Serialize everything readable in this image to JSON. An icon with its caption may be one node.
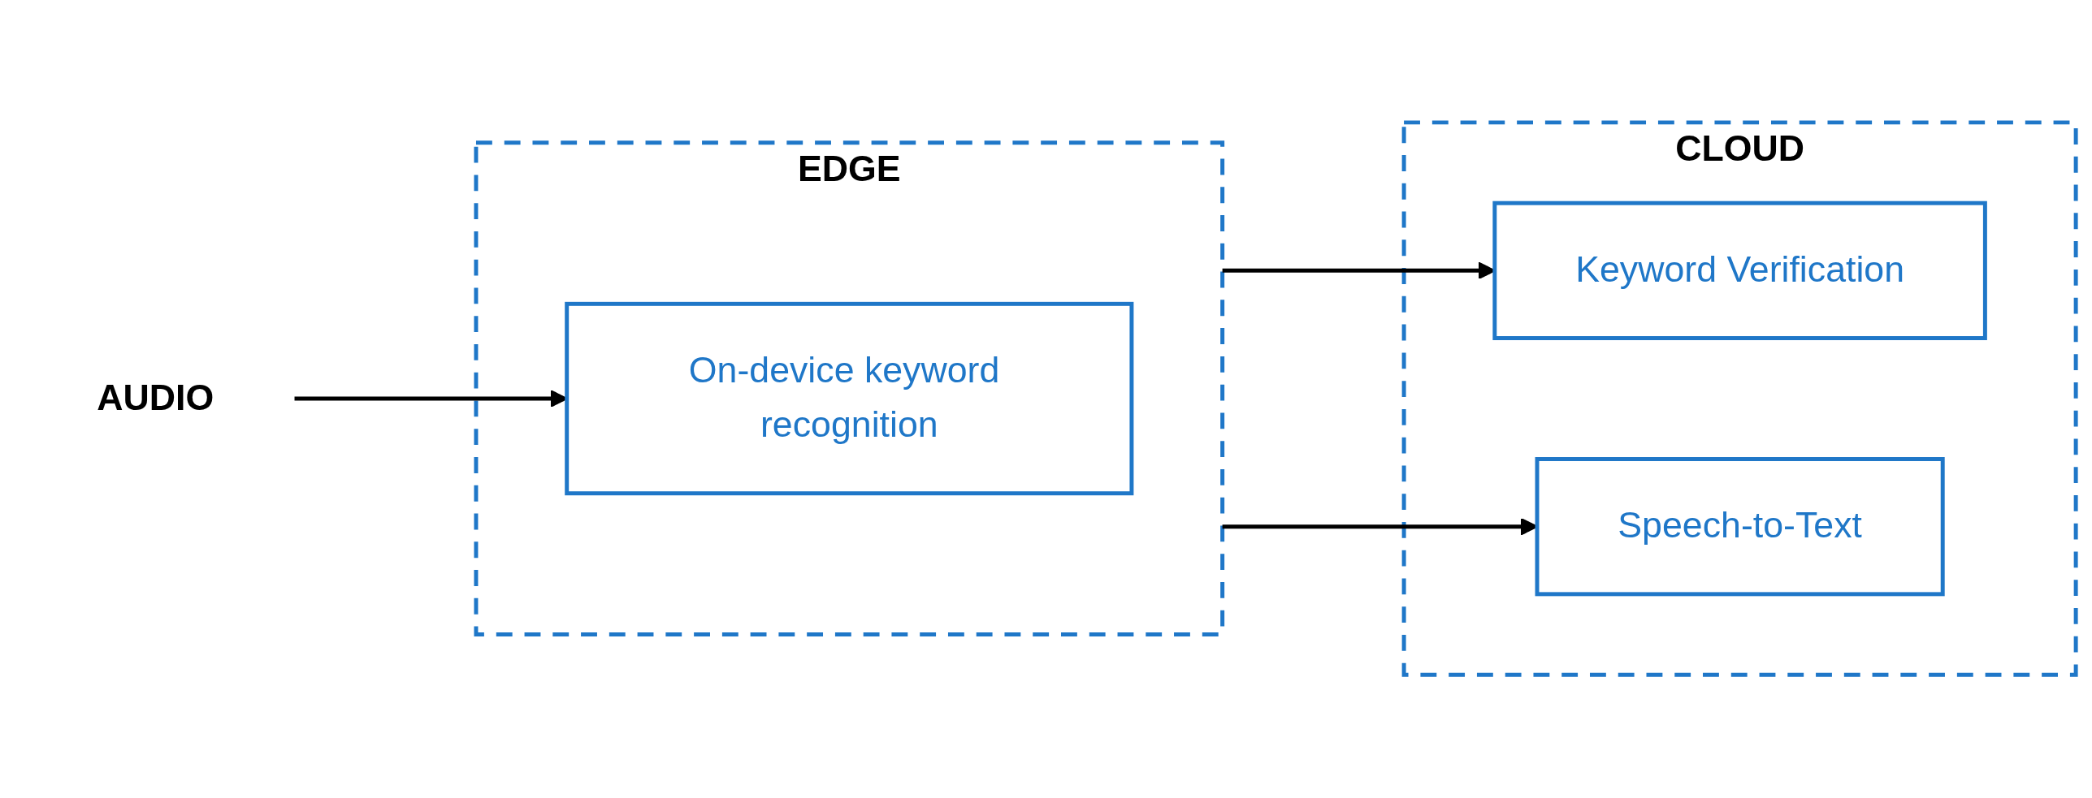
{
  "diagram": {
    "nodes": [
      {
        "text": [
          "EDGE"
        ]
      },
      {
        "text": [
          "On-device keyword recognition"
        ],
        "in": 0
      },
      {
        "text": [
          "CLOUD"
        ]
      },
      {
        "text": [
          "Keyword Verification"
        ],
        "in": 2
      },
      {
        "text": [
          "Speech-to-Text"
        ],
        "in": 2
      },
      {
        "text": [
          "AUDIO"
        ]
      }
    ],
    "edges": [
      {
        "from": 5,
        "to": 1,
        "arrow": "to"
      },
      {
        "from": 0,
        "to": 3,
        "arrow": "to"
      },
      {
        "from": 0,
        "to": 4,
        "arrow": "to"
      }
    ]
  }
}
